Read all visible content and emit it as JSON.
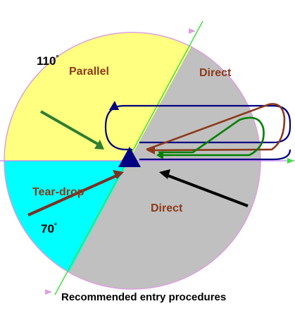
{
  "labels": {
    "angle_110": "110",
    "angle_70": "70",
    "degree_symbol": "°",
    "parallel": "Parallel",
    "direct_top": "Direct",
    "teardrop": "Tear-drop",
    "direct_bottom": "Direct",
    "caption": "Recommended entry procedures"
  },
  "colors": {
    "parallel_sector": "#FFFF80",
    "teardrop_sector": "#00FFFF",
    "direct_sector": "#C0C0C0",
    "circle_outline": "#DDA0DD",
    "sector_boundary": "#40E040",
    "inbound_course": "#C080FF",
    "label_text": "#8B3A1A",
    "caption_text": "#000000",
    "fix_marker": "#000080",
    "parallel_track": "#000080",
    "direct_track": "#8B3A1A",
    "teardrop_track": "#008000",
    "arrow_parallel": "#2E7D32",
    "arrow_teardrop": "#7B3020",
    "arrow_direct": "#000000"
  },
  "icons": {
    "fix": "triangle-fix-icon"
  }
}
